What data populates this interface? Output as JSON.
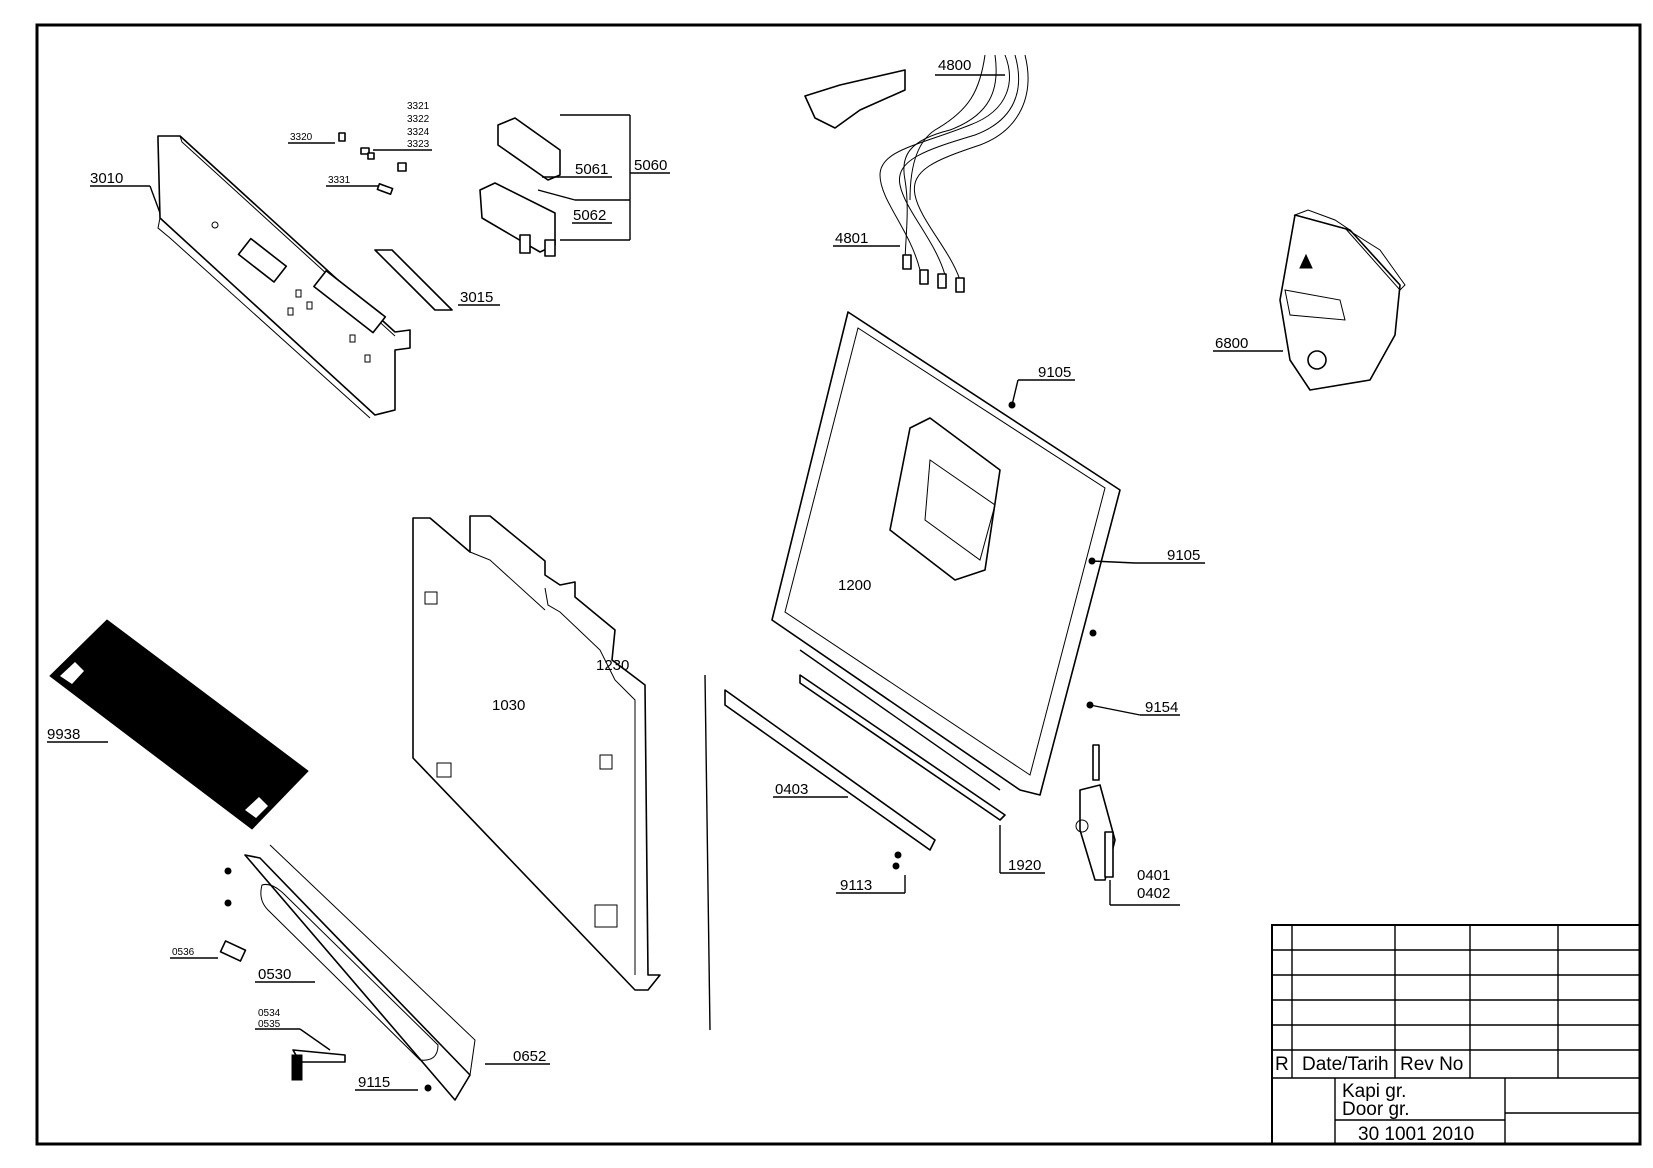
{
  "parts": {
    "p3010": "3010",
    "p3015": "3015",
    "p3320": "3320",
    "p3321": "3321",
    "p3322": "3322",
    "p3324": "3324",
    "p3323": "3323",
    "p3331": "3331",
    "p5060": "5060",
    "p5061": "5061",
    "p5062": "5062",
    "p4800": "4800",
    "p4801": "4801",
    "p6800": "6800",
    "p9105a": "9105",
    "p9105b": "9105",
    "p1200": "1200",
    "p1230": "1230",
    "p1030": "1030",
    "p9938": "9938",
    "p9154": "9154",
    "p0403": "0403",
    "p1920": "1920",
    "p9113": "9113",
    "p0401": "0401",
    "p0402": "0402",
    "p0536": "0536",
    "p0530": "0530",
    "p0534": "0534",
    "p0535": "0535",
    "p0652": "0652",
    "p9115": "9115"
  },
  "title_block": {
    "r": "R",
    "date_label": "Date/Tarih",
    "rev_label": "Rev No",
    "name_tr": "Kapi gr.",
    "name_en": "Door gr.",
    "drawing_no": "30 1001 2010"
  }
}
